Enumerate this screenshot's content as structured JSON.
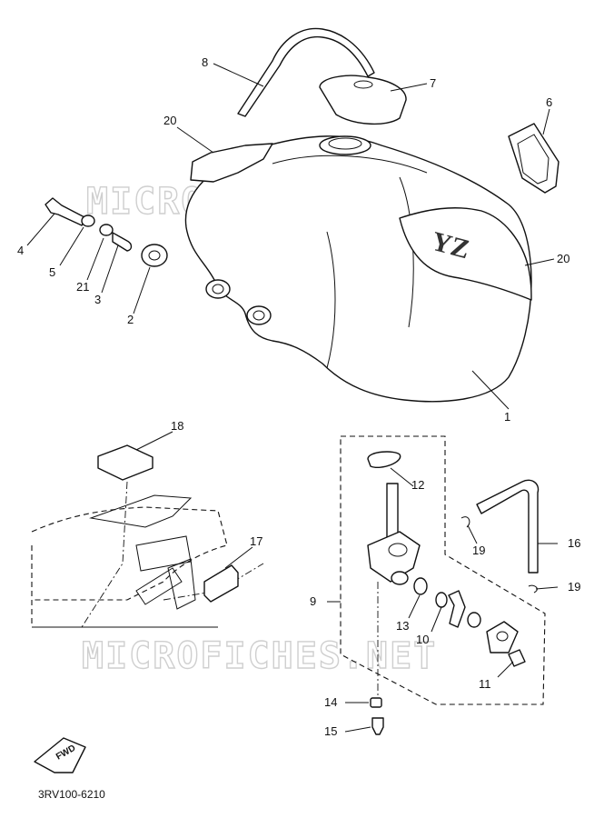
{
  "watermark": "MICROFICHES.NET",
  "diagram_code": "3RV100-6210",
  "fwd_arrow_label": "FWD",
  "tank_decal_text": "YZ",
  "callouts": {
    "p1": "1",
    "p2": "2",
    "p3": "3",
    "p4": "4",
    "p5": "5",
    "p6": "6",
    "p7": "7",
    "p8": "8",
    "p9": "9",
    "p10": "10",
    "p11": "11",
    "p12": "12",
    "p13": "13",
    "p14": "14",
    "p15": "15",
    "p16": "16",
    "p17": "17",
    "p18": "18",
    "p19a": "19",
    "p19b": "19",
    "p20a": "20",
    "p20b": "20",
    "p21": "21"
  }
}
